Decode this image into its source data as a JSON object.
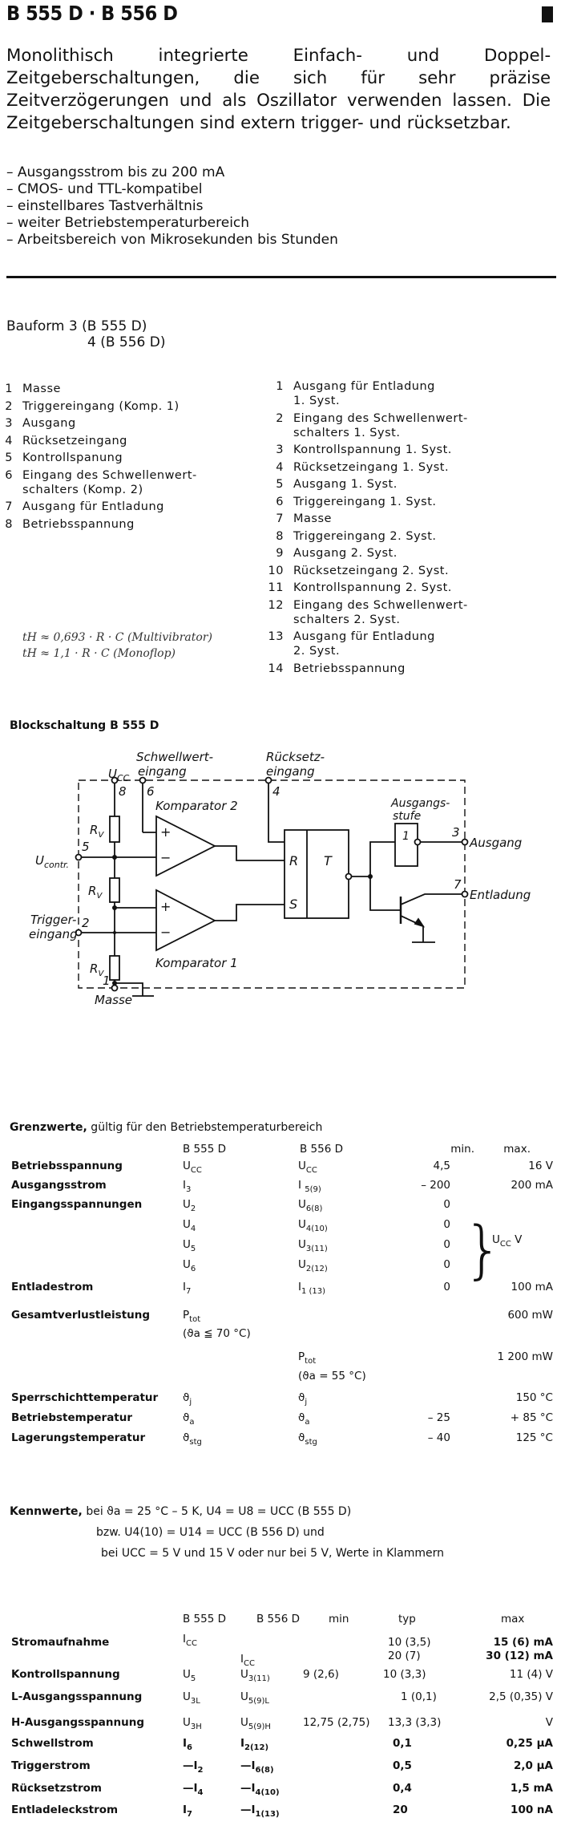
{
  "header": {
    "title": "B 555 D · B 556 D"
  },
  "intro": "Monolithisch integrierte Einfach- und Doppel-Zeitgeberschaltungen, die sich für sehr präzise Zeitverzögerungen und als Oszillator verwenden lassen. Die Zeitgeberschaltungen sind extern trigger- und rücksetzbar.",
  "features": [
    "– Ausgangsstrom bis zu 200 mA",
    "– CMOS- und TTL-kompatibel",
    "– einstellbares Tastverhältnis",
    "– weiter Betriebstemperaturbereich",
    "– Arbeitsbereich von Mikrosekunden bis Stunden"
  ],
  "bauform": {
    "line1": "Bauform 3 (B 555 D)",
    "line2": "4 (B 556 D)"
  },
  "pins_b555": [
    {
      "n": "1",
      "t": "Masse"
    },
    {
      "n": "2",
      "t": "Triggereingang (Komp. 1)"
    },
    {
      "n": "3",
      "t": "Ausgang"
    },
    {
      "n": "4",
      "t": "Rücksetzeingang"
    },
    {
      "n": "5",
      "t": "Kontrollspanung"
    },
    {
      "n": "6",
      "t": "Eingang des Schwellenwert-\nschalters (Komp. 2)"
    },
    {
      "n": "7",
      "t": "Ausgang für Entladung"
    },
    {
      "n": "8",
      "t": "Betriebsspannung"
    }
  ],
  "pins_b556": [
    {
      "n": "1",
      "t": "Ausgang für Entladung\n1. Syst."
    },
    {
      "n": "2",
      "t": "Eingang des Schwellenwert-\nschalters 1. Syst."
    },
    {
      "n": "3",
      "t": "Kontrollspannung 1. Syst."
    },
    {
      "n": "4",
      "t": "Rücksetzeingang 1. Syst."
    },
    {
      "n": "5",
      "t": "Ausgang 1. Syst."
    },
    {
      "n": "6",
      "t": "Triggereingang 1. Syst."
    },
    {
      "n": "7",
      "t": "Masse"
    },
    {
      "n": "8",
      "t": "Triggereingang 2. Syst."
    },
    {
      "n": "9",
      "t": "Ausgang 2. Syst."
    },
    {
      "n": "10",
      "t": "Rücksetzeingang 2. Syst."
    },
    {
      "n": "11",
      "t": "Kontrollspannung 2. Syst."
    },
    {
      "n": "12",
      "t": "Eingang des Schwellenwert-\nschalters 2. Syst."
    },
    {
      "n": "13",
      "t": "Ausgang für Entladung\n2. Syst."
    },
    {
      "n": "14",
      "t": "Betriebsspannung"
    }
  ],
  "handwritten_note": [
    "tH ≈ 0,693 · R · C (Multivibrator)",
    "tH ≈ 1,1 · R · C (Monoflop)"
  ],
  "block_diagram": {
    "title": "Blockschaltung B 555 D",
    "labels": {
      "schwellwert1": "Schwellwert-",
      "schwellwert2": "eingang",
      "ruecksetz1": "Rücksetz-",
      "ruecksetz2": "eingang",
      "ucc": "U",
      "ucc_sub": "CC",
      "ucontr": "U",
      "ucontr_sub": "contr.",
      "trigger1": "Trigger-",
      "trigger2": "eingang",
      "masse": "Masse",
      "komp2": "Komparator 2",
      "komp1": "Komparator 1",
      "rv": "R",
      "rv_sub": "V",
      "plus": "+",
      "minus": "−",
      "ff_r": "R",
      "ff_s": "S",
      "ff_t": "T",
      "stufe1": "Ausgangs-",
      "stufe2": "stufe",
      "inv": "1",
      "ausgang": "Ausgang",
      "entladung": "Entladung",
      "pin8": "8",
      "pin6": "6",
      "pin4": "4",
      "pin5": "5",
      "pin2": "2",
      "pin1": "1",
      "pin3": "3",
      "pin7": "7"
    }
  },
  "grenzwerte": {
    "title_bold": "Grenzwerte,",
    "title_rest": " gültig für den Betriebstemperaturbereich",
    "headers": {
      "b555": "B 555 D",
      "b556": "B 556 D",
      "min": "min.",
      "max": "max."
    },
    "rows": [
      {
        "param": "Betriebsspannung",
        "s555": "U",
        "s555sub": "CC",
        "s556": "U",
        "s556sub": "CC",
        "min": "4,5",
        "max": "16 V"
      },
      {
        "param": "Ausgangsstrom",
        "s555": "I",
        "s555sub": "3",
        "s556": "I ",
        "s556sub": "5(9)",
        "min": "– 200",
        "max": "200 mA"
      },
      {
        "param": "Eingangsspannungen",
        "s555": "U",
        "s555sub": "2",
        "s556": "U",
        "s556sub": "6(8)",
        "min": "0",
        "max": ""
      },
      {
        "param": "",
        "s555": "U",
        "s555sub": "4",
        "s556": "U",
        "s556sub": "4(10)",
        "min": "0",
        "max": ""
      },
      {
        "param": "",
        "s555": "U",
        "s555sub": "5",
        "s556": "U",
        "s556sub": "3(11)",
        "min": "0",
        "max": ""
      },
      {
        "param": "",
        "s555": "U",
        "s555sub": "6",
        "s556": "U",
        "s556sub": "2(12)",
        "min": "0",
        "max": ""
      },
      {
        "param": "Entladestrom",
        "s555": "I",
        "s555sub": "7",
        "s556": "I",
        "s556sub": "1 (13)",
        "min": "0",
        "max": "100 mA"
      },
      {
        "param": "Gesamtverlustleistung",
        "s555": "P",
        "s555sub": "tot",
        "s556": "",
        "s556sub": "",
        "min": "",
        "max": "600 mW"
      },
      {
        "param": "",
        "s555": "(ϑa ≦ 70 °C)",
        "s555sub": "",
        "s556": "",
        "s556sub": "",
        "min": "",
        "max": ""
      },
      {
        "param": "",
        "s555": "",
        "s555sub": "",
        "s556": "P",
        "s556sub": "tot",
        "min": "",
        "max": "1 200 mW"
      },
      {
        "param": "",
        "s555": "",
        "s555sub": "",
        "s556": "(ϑa = 55 °C)",
        "s556sub": "",
        "min": "",
        "max": ""
      },
      {
        "param": "Sperrschichttemperatur",
        "s555": "ϑ",
        "s555sub": "j",
        "s556": "ϑ",
        "s556sub": "j",
        "min": "",
        "max": "150 °C"
      },
      {
        "param": "Betriebstemperatur",
        "s555": "ϑ",
        "s555sub": "a",
        "s556": "ϑ",
        "s556sub": "a",
        "min": "– 25",
        "max": "+ 85 °C"
      },
      {
        "param": "Lagerungstemperatur",
        "s555": "ϑ",
        "s555sub": "stg",
        "s556": "ϑ",
        "s556sub": "stg",
        "min": "– 40",
        "max": "125 °C"
      }
    ],
    "brace_label": "U",
    "brace_sub": "CC",
    "brace_unit": " V"
  },
  "kennwerte": {
    "title_bold": "Kennwerte,",
    "line1": " bei  ϑa = 25 °C – 5 K, U4 = U8 = UCC  (B 555 D)",
    "line2": "bzw. U4(10) = U14 = UCC (B 556 D)  und",
    "line3": "bei UCC = 5 V und 15 V oder nur bei 5 V, Werte in Klammern",
    "headers": {
      "b555": "B 555 D",
      "b556": "B 556 D",
      "min": "min",
      "typ": "typ",
      "max": "max"
    },
    "rows": [
      {
        "param": "Stromaufnahme",
        "s555": "I",
        "s555sub": "CC",
        "s556": "",
        "s556sub": "",
        "min": "",
        "typ": "10  (3,5)",
        "max": "15 (6)  mA"
      },
      {
        "param": "",
        "s555": "",
        "s555sub": "",
        "s556": "I",
        "s556sub": "CC",
        "min": "",
        "typ": "20  (7)",
        "max": "30 (12)  mA"
      },
      {
        "param": "Kontrollspannung",
        "s555": "U",
        "s555sub": "5",
        "s556": "U",
        "s556sub": "3(11)",
        "min": "9  (2,6)",
        "typ": "10  (3,3)",
        "max": "11  (4)  V"
      },
      {
        "param": "L-Ausgangsspannung",
        "s555": "U",
        "s555sub": "3L",
        "s556": "U",
        "s556sub": "5(9)L",
        "min": "",
        "typ": "1  (0,1)",
        "max": "2,5 (0,35)  V"
      },
      {
        "param": "H-Ausgangsspannung",
        "s555": "U",
        "s555sub": "3H",
        "s556": "U",
        "s556sub": "5(9)H",
        "min": "12,75  (2,75)",
        "typ": "13,3  (3,3)",
        "max": "V"
      },
      {
        "param": "Schwellstrom",
        "s555": "I",
        "s555sub": "6",
        "s556": "I",
        "s556sub": "2(12)",
        "min": "",
        "typ": "0,1",
        "max": "0,25  µA"
      },
      {
        "param": "Triggerstrom",
        "s555": "—I",
        "s555sub": "2",
        "s556": "—I",
        "s556sub": "6(8)",
        "min": "",
        "typ": "0,5",
        "max": "2,0  µA"
      },
      {
        "param": "Rücksetzstrom",
        "s555": "—I",
        "s555sub": "4",
        "s556": "—I",
        "s556sub": "4(10)",
        "min": "",
        "typ": "0,4",
        "max": "1,5  mA"
      },
      {
        "param": "Entladeleckstrom",
        "s555": "I",
        "s555sub": "7",
        "s556": "—I",
        "s556sub": "1(13)",
        "min": "",
        "typ": "20",
        "max": "100  nA"
      }
    ]
  }
}
